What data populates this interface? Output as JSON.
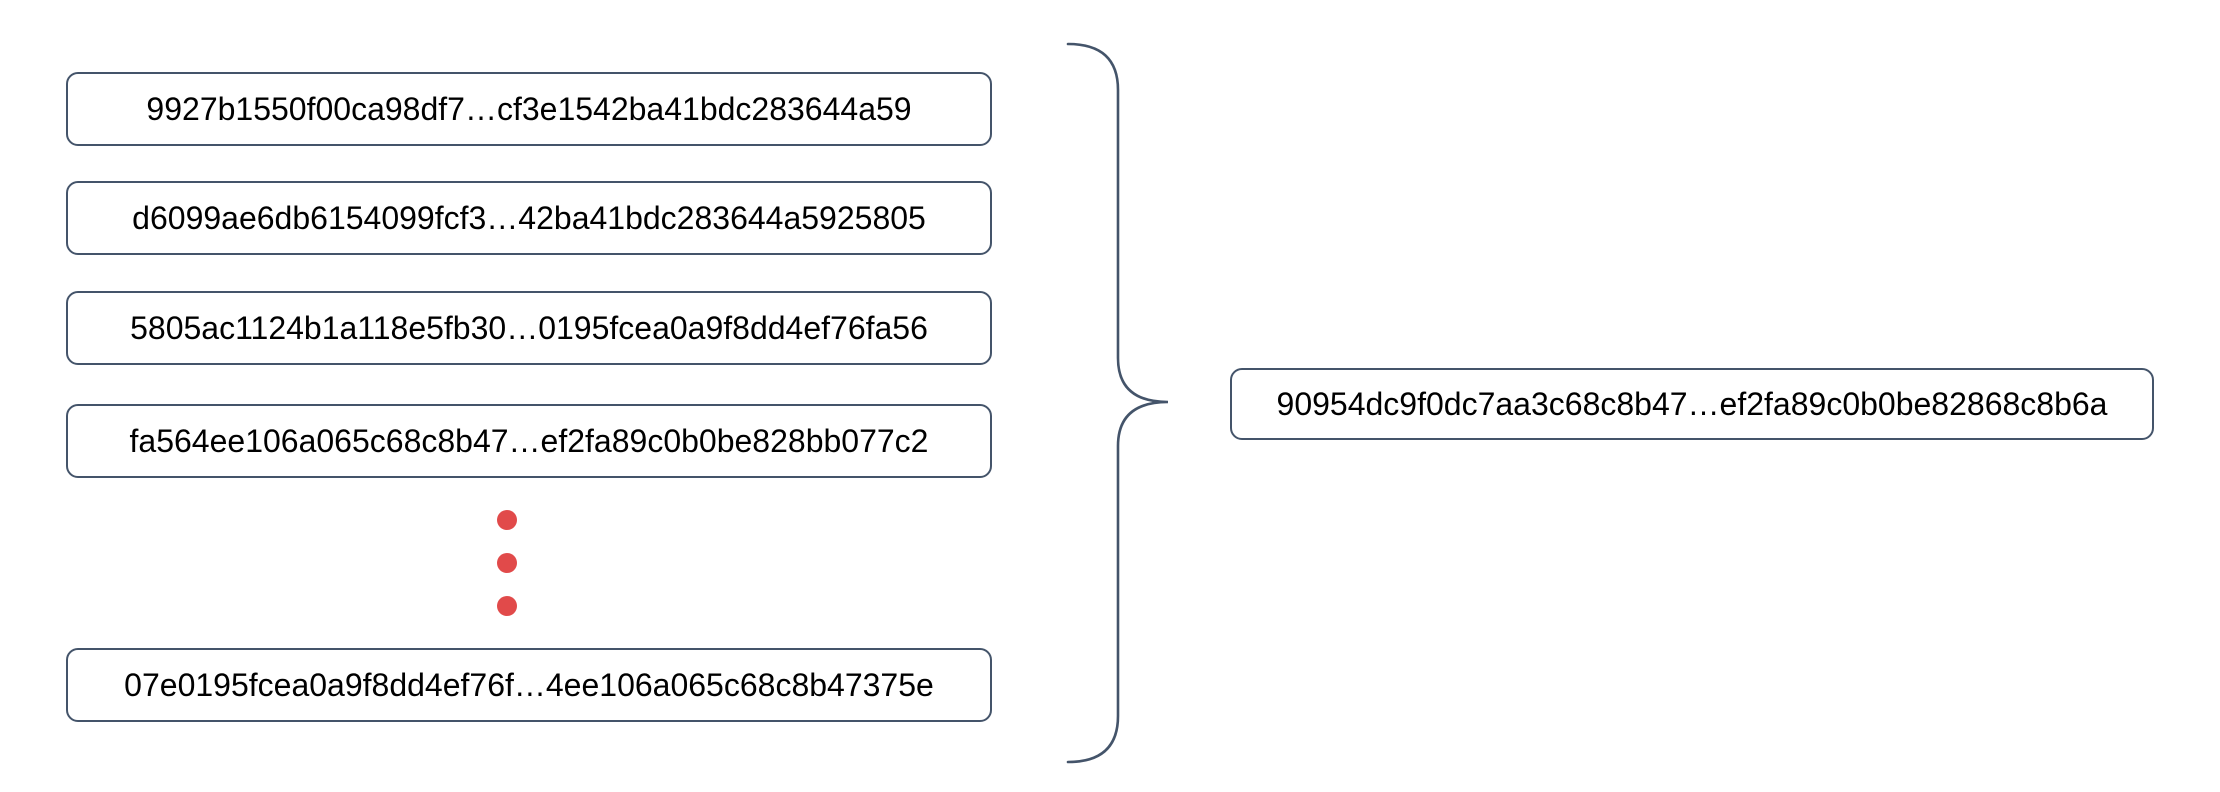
{
  "colors": {
    "background": "#FFFFFF",
    "box_border": "#44546A",
    "box_fill": "#FFFFFF",
    "text": "#000000",
    "brace": "#44546A",
    "ellipsis_dot": "#E14A4A"
  },
  "left_column": {
    "hash_boxes": [
      "9927b1550f00ca98df7…cf3e1542ba41bdc283644a59",
      "d6099ae6db6154099fcf3…42ba41bdc283644a5925805",
      "5805ac1124b1a118e5fb30…0195fcea0a9f8dd4ef76fa56",
      "fa564ee106a065c68c8b47…ef2fa89c0b0be828bb077c2",
      "07e0195fcea0a9f8dd4ef76f…4ee106a065c68c8b47375e"
    ],
    "ellipsis_dot_count": 3
  },
  "result_box": {
    "hash": "90954dc9f0dc7aa3c68c8b47…ef2fa89c0b0be82868c8b6a"
  }
}
